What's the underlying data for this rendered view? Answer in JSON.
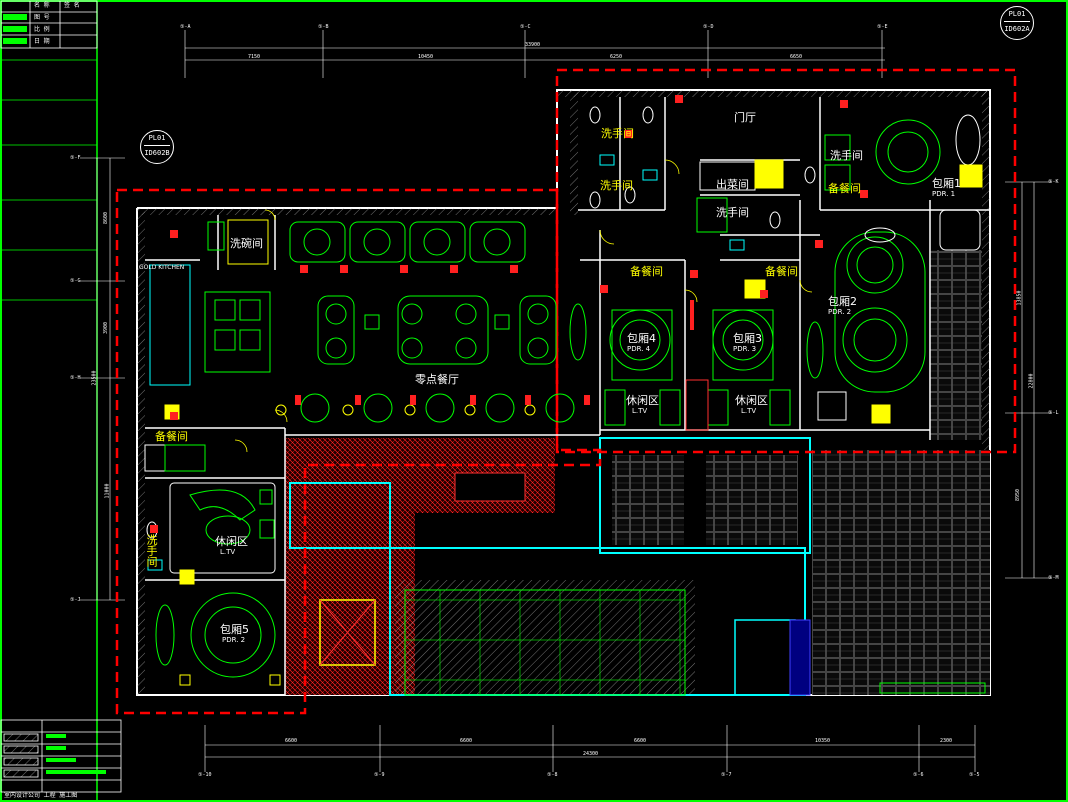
{
  "title_block": {
    "rows": [
      "图 号",
      "比 例",
      "日 期"
    ],
    "header_cols": [
      "名 称",
      "签 名"
    ],
    "values": [
      "",
      "",
      ""
    ],
    "footer_note": "室内设计公司  工程  施工图",
    "legend_rows": [
      "",
      "",
      "",
      "",
      ""
    ]
  },
  "section_tags": [
    {
      "id": "tag-left",
      "top": "PL01",
      "bottom": "ID602B"
    },
    {
      "id": "tag-right",
      "top": "PL01",
      "bottom": "ID602A"
    }
  ],
  "rooms": {
    "washroom_top_left": "洗手间",
    "washroom_mid_left": "洗手间",
    "foyer": "门厅",
    "distribution": "出菜间",
    "washroom_center": "洗手间",
    "washroom_right": "洗手间",
    "prep_right": "备餐间",
    "private_room1": "包厢1",
    "private_room1_sub": "PDR. 1",
    "dishwash": "洗碗间",
    "kitchen_label_en": "GOLD KITCHEN",
    "service_left": "备餐间",
    "prep_center": "备餐间",
    "private_room2": "包厢2",
    "private_room2_sub": "PDR. 2",
    "private_room4": "包厢4",
    "private_room4_sub": "PDR. 4",
    "private_room3": "包厢3",
    "private_room3_sub": "PDR. 3",
    "main_hall": "零点餐厅",
    "lounge_left": "休闲区",
    "lounge_left_sub": "L.TV",
    "lounge_right": "休闲区",
    "lounge_right_sub": "L.TV",
    "service_lower_left": "备餐间",
    "lounge_5": "休闲区",
    "lounge_5_sub": "L.TV",
    "washroom_lower_left": "洗手间",
    "private_room5": "包厢5",
    "private_room5_sub": "PDR. 2"
  },
  "top_axes": [
    "⑤-A",
    "⑤-B",
    "⑤-C",
    "⑤-D",
    "⑤-E"
  ],
  "top_dims": [
    "7150",
    "10450",
    "6250",
    "6650"
  ],
  "top_total": "33900",
  "bottom_axes": [
    "⑤-10",
    "⑤-9",
    "⑤-8",
    "⑤-7",
    "⑤-6",
    "⑤-5"
  ],
  "bottom_dims": [
    "6600",
    "6600",
    "6600",
    "10350",
    "2300"
  ],
  "bottom_total": "24300",
  "left_axes": [
    "⑤-F",
    "⑤-G",
    "⑤-H",
    "⑤-J"
  ],
  "left_dims": [
    "8600",
    "3900",
    "11000"
  ],
  "left_total": "23500",
  "right_axes": [
    "⑤-K",
    "⑤-L",
    "⑤-M"
  ],
  "right_dims": [
    "13850",
    "8950"
  ],
  "right_total": "22800",
  "colors": {
    "wall": "#ffffff",
    "furniture": "#00ff00",
    "fixture": "#ffff00",
    "accent_cyan": "#00ffff",
    "zone_boundary": "#ff0000",
    "annotation": "#ff3030",
    "hatch": "#ff0000",
    "frame": "#00ff00"
  },
  "icons": [
    "round-table-icon",
    "square-table-icon",
    "sofa-icon",
    "toilet-icon",
    "sink-icon",
    "door-swing-icon"
  ]
}
